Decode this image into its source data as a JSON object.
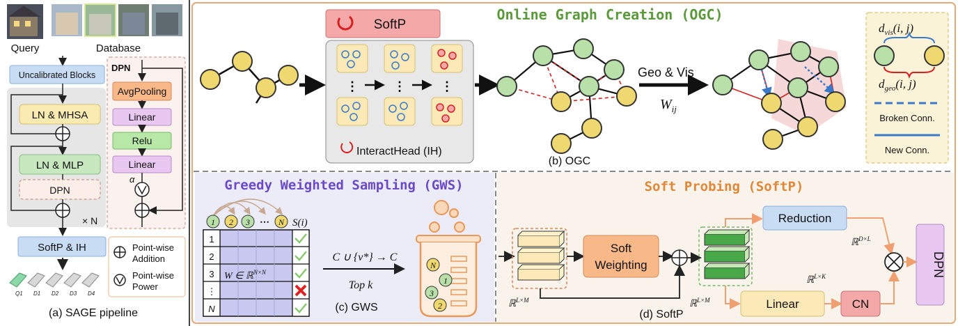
{
  "panel_a": {
    "query_label": "Query",
    "database_label": "Database",
    "uncalibrated": "Uncalibrated Blocks",
    "ln_mhsa": "LN & MHSA",
    "ln_mlp": "LN & MLP",
    "dpn_block": "DPN",
    "times_n": "× N",
    "softp_ih": "SoftP & IH",
    "q_labels": [
      "Q1",
      "D1",
      "D2",
      "D3",
      "D4"
    ],
    "caption": "(a) SAGE pipeline"
  },
  "dpn_detail": {
    "title": "DPN",
    "avgpool": "AvgPooling",
    "linear1": "Linear",
    "relu": "Relu",
    "linear2": "Linear",
    "alpha": "α"
  },
  "legend_ops": {
    "add_l1": "Point-wise",
    "add_l2": "Addition",
    "pow_l1": "Point-wise",
    "pow_l2": "Power"
  },
  "panel_b": {
    "title": "Online Graph Creation (OGC)",
    "softp": "SoftP",
    "interact_head": "InteractHead (IH)",
    "geo_vis": "Geo & Vis",
    "wij": "W",
    "wij_sub": "ij",
    "caption": "(b) OGC",
    "d_vis": "d",
    "d_vis_sub": "vis",
    "d_vis_arg": "(i, j)",
    "d_geo": "d",
    "d_geo_sub": "geo",
    "d_geo_arg": "(i, j)",
    "broken": "Broken Conn.",
    "new_conn": "New Conn."
  },
  "panel_c": {
    "title": "Greedy Weighted Sampling (GWS)",
    "nodes": [
      "1",
      "2",
      "3",
      "⋯",
      "N"
    ],
    "s_label": "S(i)",
    "row_labels": [
      "1",
      "2",
      "3",
      "⋮",
      "N"
    ],
    "matrix_label": "W ∈ ℝ",
    "matrix_sup": "N×N",
    "rule": "C ∪ {v*} → C",
    "topk": "Top k",
    "caption": "(c) GWS",
    "jar_items": [
      "N",
      "1",
      "3",
      "2"
    ]
  },
  "panel_d": {
    "title": "Soft Probing (SoftP)",
    "soft_weighting_l1": "Soft",
    "soft_weighting_l2": "Weighting",
    "reduction": "Reduction",
    "linear": "Linear",
    "cn": "CN",
    "dpn": "DPN",
    "r_dl": "ℝ",
    "r_dl_sup": "D×L",
    "r_lk": "ℝ",
    "r_lk_sup": "L×K",
    "r_lm1": "ℝ",
    "r_lm1_sup": "L×M",
    "r_lm2": "ℝ",
    "r_lm2_sup": "L×M",
    "caption": "(d) SoftP"
  },
  "colors": {
    "panel_border": "#e8a878",
    "green_node": "#b8e0a8",
    "yellow_node": "#f0d870",
    "blue_box": "#c8dcf4",
    "red_box": "#f4a8a8",
    "orange_box": "#f8b888",
    "purple_box": "#e8c8f0"
  }
}
